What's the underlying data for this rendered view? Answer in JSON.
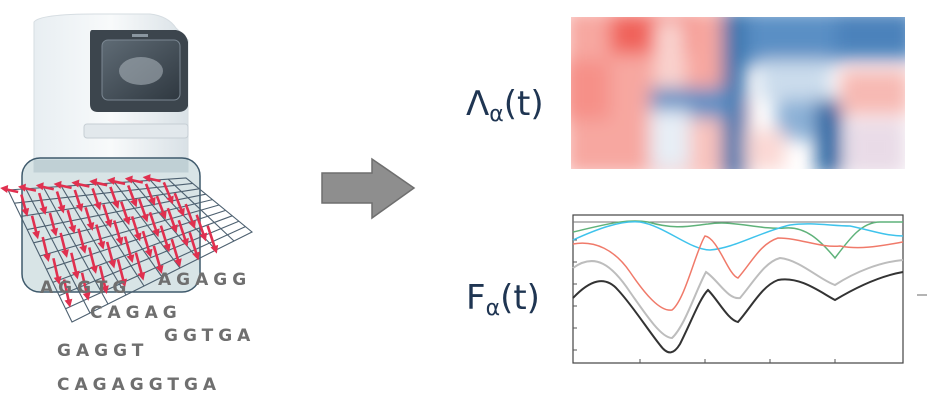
{
  "sequences": {
    "s1": "AGGTG",
    "s2": "AGAGG",
    "s3": "CAGAG",
    "s4": "GGTGA",
    "s5": "GAGGT",
    "s6": "CAGAGGTGA"
  },
  "labels": {
    "lambda_symbol": "Λ",
    "f_symbol": "F",
    "subscript": "α",
    "argument": "(t)"
  },
  "colors": {
    "arrow_red": "#e0304f",
    "heatmap_red": "#f0625a",
    "heatmap_blue": "#3a74ad",
    "process_arrow": "#8e8e8e",
    "line_black": "#333333",
    "line_grey": "#bdbdbd",
    "line_red": "#f07a6a",
    "line_cyan": "#3fc3ec",
    "line_green": "#5fb27a"
  },
  "icons": {
    "instrument": "sequencing-machine-icon",
    "process": "right-arrow-icon"
  }
}
